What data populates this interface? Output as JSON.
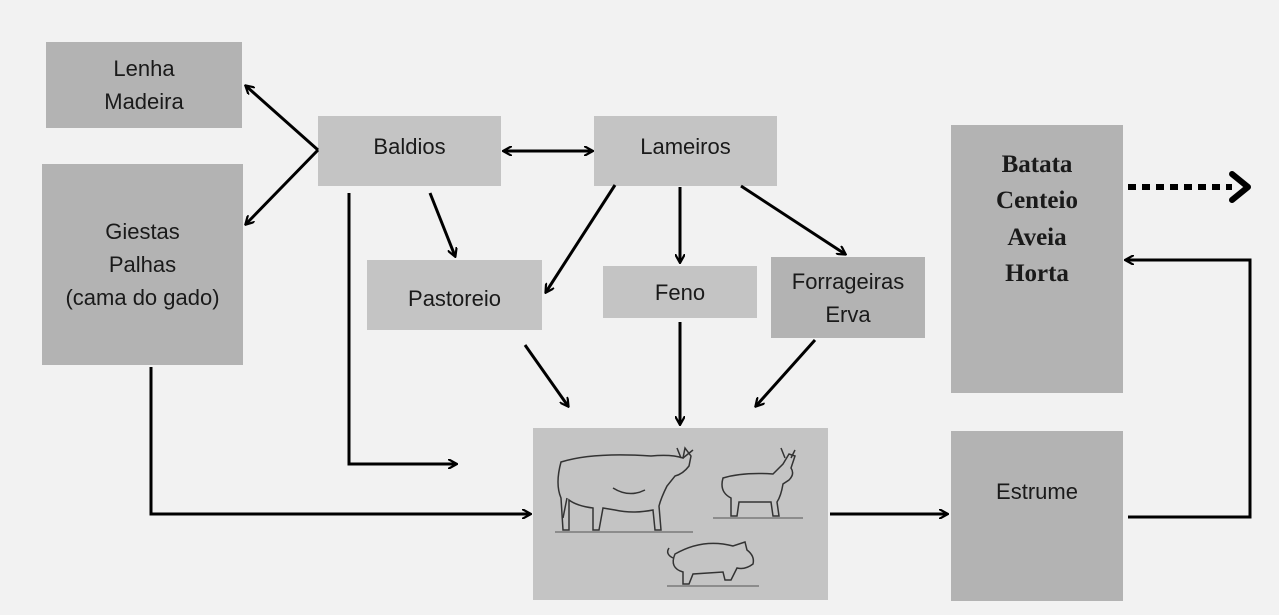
{
  "nodes": {
    "lenha_madeira": {
      "lines": [
        "Lenha",
        "Madeira"
      ]
    },
    "giestas": {
      "lines": [
        "Giestas",
        "Palhas",
        "(cama do gado)"
      ]
    },
    "baldios": {
      "label": "Baldios"
    },
    "lameiros": {
      "label": "Lameiros"
    },
    "pastoreio": {
      "label": "Pastoreio"
    },
    "feno": {
      "label": "Feno"
    },
    "forrageiras": {
      "lines": [
        "Forrageiras",
        "Erva"
      ]
    },
    "crops": {
      "lines": [
        "Batata",
        "Centeio",
        "Aveia",
        "Horta"
      ]
    },
    "estrume": {
      "label": "Estrume"
    }
  },
  "colors": {
    "box_dark": "#b3b3b3",
    "box_light": "#c4c4c4",
    "arrow": "#000000",
    "background": "#f2f2f2"
  },
  "illustration": {
    "animals": [
      "cow-illustration",
      "goat-illustration",
      "pig-illustration"
    ]
  }
}
